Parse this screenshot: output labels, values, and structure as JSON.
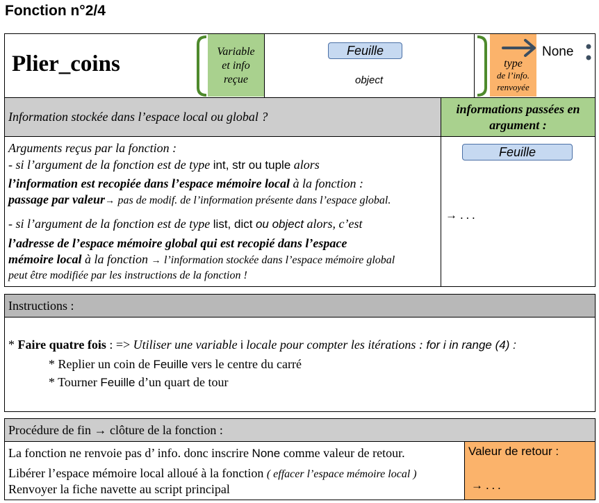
{
  "page_title": "Fonction n°2/4",
  "header": {
    "function_name": "Plier_coins",
    "received_label": [
      "Variable",
      "et info",
      "reçue"
    ],
    "param_name": "Feuille",
    "param_type": "object",
    "return_type_label": [
      "type",
      "de l’info.",
      "renvoyée"
    ],
    "return_type": "None",
    "colon": ":"
  },
  "storage": {
    "question": "Information stockée dans l’espace local ou global ?",
    "args_header": "informations passées en",
    "args_header2": "argument :",
    "args_intro": "Arguments reçus par la fonction :",
    "case1_prefix": "- si l’argument de la fonction est de type",
    "case1_types": "int, str ou tuple",
    "case1_suffix": "alors",
    "copy_bold": "l’information est recopiée dans l’espace mémoire local",
    "copy_rest": "à la fonction :",
    "by_value_bold": "passage par valeur",
    "by_value_arrow": "→",
    "by_value_rest": "pas de modif. de l’information présente dans l’espace global.",
    "case2_prefix": "- si l’argument de la fonction est de type",
    "case2_types": "list, dict",
    "case2_or": "ou object",
    "case2_suffix": "alors, c’est",
    "addr_bold1": "l’adresse de l’espace mémoire global qui est recopié dans l’espace",
    "addr_bold2": "mémoire local",
    "addr_rest": "à la fonction",
    "addr_arrow": "→",
    "addr_tail": "l’information stockée dans l’espace mémoire global",
    "addr_tail2": "peut être modifiée par les instructions de la fonction !",
    "arg_pill": "Feuille",
    "arg_dots": "→ . . ."
  },
  "instructions": {
    "title": "Instructions :",
    "line1_star": "*",
    "line1_bold": "Faire quatre fois",
    "line1_mid": ": =>",
    "line1_it": "Utiliser une variable",
    "line1_var": "i",
    "line1_it2": "locale pour compter les itérations :",
    "line1_code": "for i in range (4) :",
    "line2_a": "* Replier un coin de",
    "line2_var": "Feuille",
    "line2_b": "vers le centre du carré",
    "line3_a": "* Tourner",
    "line3_var": "Feuille",
    "line3_b": "d’un quart de tour"
  },
  "ending": {
    "title": "Procédure de fin → clôture de la fonction :",
    "line1_a": "La fonction ne renvoie pas d’ info. donc inscrire",
    "line1_none": "None",
    "line1_b": "comme valeur de retour.",
    "line2_a": "Libérer l’espace mémoire local alloué à la fonction",
    "line2_it": "( effacer l’espace mémoire local )",
    "line3": "Renvoyer la fiche navette au script principal",
    "return_label": "Valeur de retour :",
    "return_dots": "→ . . ."
  },
  "colors": {
    "green": "#a9d18e",
    "orange": "#fbb36b",
    "gray": "#cdcdcd",
    "dark_gray": "#b8b8b8",
    "bracket": "#4e8a2c",
    "arrow": "#3c4e60"
  }
}
